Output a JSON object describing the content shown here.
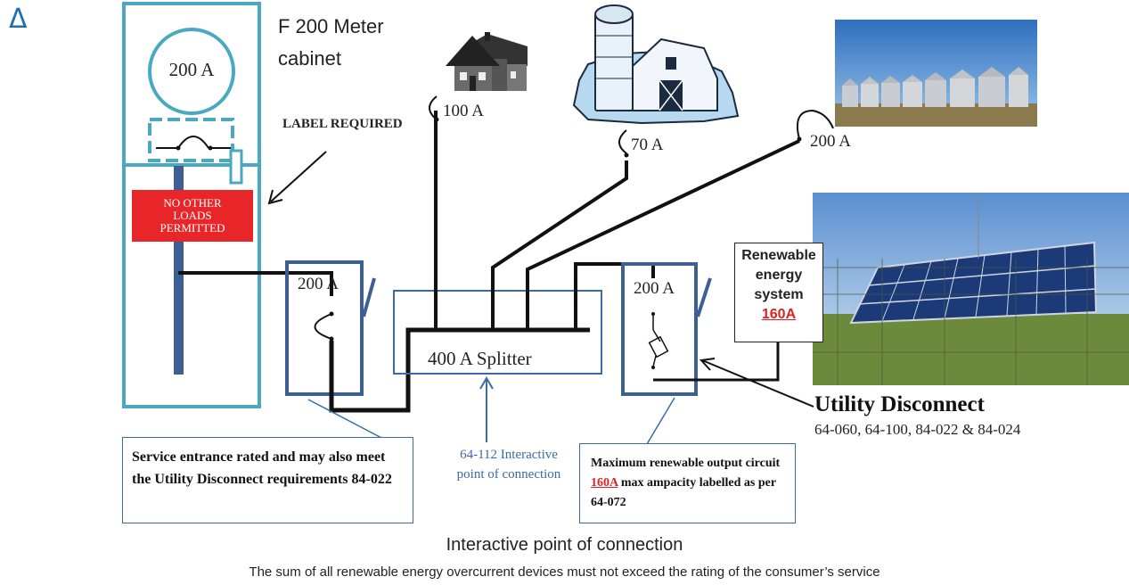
{
  "marker": "Δ",
  "meter": {
    "title_line1": "F 200 Meter",
    "title_line2": "cabinet",
    "rating": "200 A",
    "label_required": "LABEL REQUIRED",
    "no_loads_line1": "NO OTHER",
    "no_loads_line2": "LOADS",
    "no_loads_line3": "PERMITTED"
  },
  "loads": {
    "house_amp": "100 A",
    "farm_amp": "70 A",
    "bins_amp": "200 A"
  },
  "service_disconnect": {
    "rating": "200 A"
  },
  "splitter": {
    "label": "400 A Splitter"
  },
  "utility_disconnect": {
    "rating": "200 A",
    "title": "Utility Disconnect",
    "refs": "64-060, 64-100, 84-022 & 84-024"
  },
  "renewable": {
    "line1": "Renewable",
    "line2": "energy",
    "line3": "system",
    "value": "160A"
  },
  "notes": {
    "service": "Service entrance rated and may also meet the Utility Disconnect requirements 84-022",
    "interactive_line1": "64-112 Interactive",
    "interactive_line2": "point of connection",
    "max_pre": "Maximum renewable output circuit",
    "max_val": "160A",
    "max_post": "max ampacity labelled as per 64-072"
  },
  "footer": {
    "title": "Interactive point of connection",
    "subtitle": "The sum of all renewable energy overcurrent devices must not exceed the rating of the consumer’s service"
  },
  "colors": {
    "cabinet": "#4aa8c0",
    "disconnect": "#3d5f94",
    "splitter_box": "#3b6aa8",
    "warning": "#e8262a"
  }
}
